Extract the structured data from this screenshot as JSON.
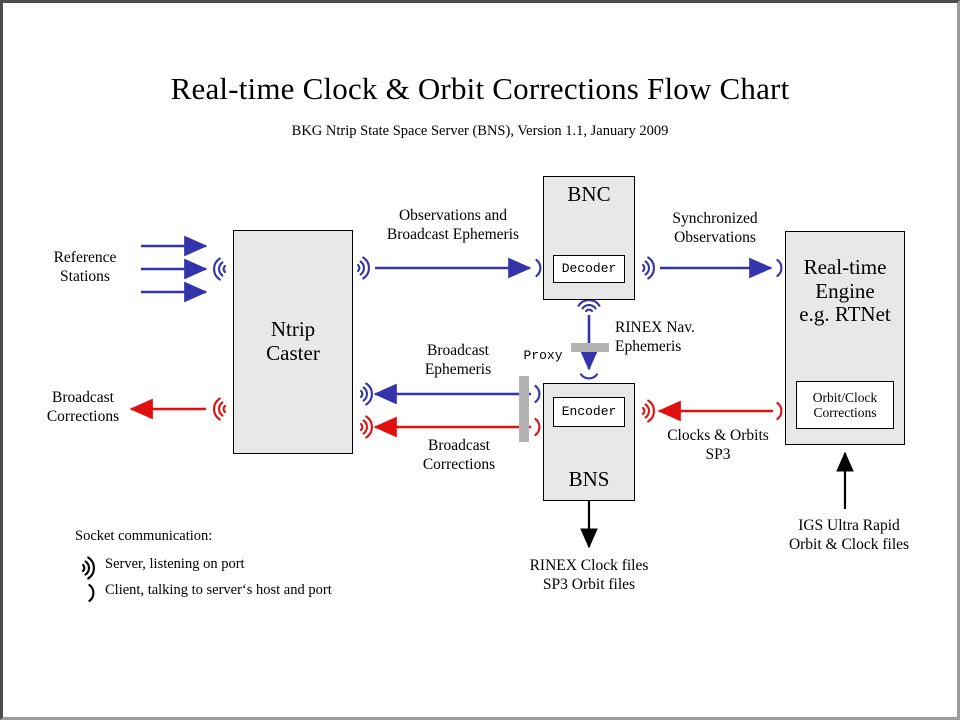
{
  "colors": {
    "blue": "#3333aa",
    "red": "#e01010",
    "box_fill": "#e8e8e8",
    "proxy_gray": "#b3b3b3",
    "black": "#000000"
  },
  "header": {
    "title": "Real-time Clock & Orbit Corrections Flow Chart",
    "subtitle": "BKG Ntrip State Space Server  (BNS), Version 1.1, January 2009"
  },
  "nodes": {
    "caster": {
      "title": "Ntrip\nCaster",
      "line1": "Ntrip",
      "line2": "Caster"
    },
    "bnc": {
      "title": "BNC",
      "inner": "Decoder"
    },
    "bns": {
      "title": "BNS",
      "inner": "Encoder"
    },
    "engine": {
      "line1": "Real-time",
      "line2": "Engine",
      "line3": "e.g. RTNet",
      "inner_line1": "Orbit/Clock",
      "inner_line2": "Corrections"
    }
  },
  "labels": {
    "reference_stations": {
      "line1": "Reference",
      "line2": "Stations"
    },
    "broadcast_corrections_left": {
      "line1": "Broadcast",
      "line2": "Corrections"
    },
    "observations_and_broadcast_ephemeris": {
      "line1": "Observations and",
      "line2": "Broadcast Ephemeris"
    },
    "broadcast_ephemeris": {
      "line1": "Broadcast",
      "line2": "Ephemeris"
    },
    "broadcast_corrections_mid": {
      "line1": "Broadcast",
      "line2": "Corrections"
    },
    "synchronized_observations": {
      "line1": "Synchronized",
      "line2": "Observations"
    },
    "rinex_nav_ephemeris": {
      "line1": "RINEX Nav.",
      "line2": "Ephemeris"
    },
    "clocks_orbits_sp3": {
      "line1": "Clocks & Orbits",
      "line2": "SP3"
    },
    "rinex_outputs": {
      "line1": "RINEX Clock files",
      "line2": "SP3 Orbit files"
    },
    "igs_ultra_rapid": {
      "line1": "IGS Ultra Rapid",
      "line2": "Orbit & Clock files"
    },
    "proxy": "Proxy"
  },
  "legend": {
    "title": "Socket communication:",
    "items": [
      {
        "symbol": "server-signal-icon",
        "text": "Server, listening  on port"
      },
      {
        "symbol": "client-paren-icon",
        "text": "Client, talking to server‘s host and port"
      }
    ]
  },
  "flows": [
    {
      "name": "reference-stations-to-caster-1",
      "color": "#3333aa",
      "direction": "right"
    },
    {
      "name": "reference-stations-to-caster-2",
      "color": "#3333aa",
      "direction": "right"
    },
    {
      "name": "reference-stations-to-caster-3",
      "color": "#3333aa",
      "direction": "right"
    },
    {
      "name": "caster-to-broadcast-corrections",
      "color": "#e01010",
      "direction": "left"
    },
    {
      "name": "caster-to-bnc-observations",
      "color": "#3333aa",
      "direction": "right"
    },
    {
      "name": "bnc-to-engine-sync-observations",
      "color": "#3333aa",
      "direction": "right"
    },
    {
      "name": "bnc-to-bns-rinex-nav",
      "color": "#3333aa",
      "direction": "down"
    },
    {
      "name": "bns-to-caster-broadcast-ephemeris",
      "color": "#3333aa",
      "direction": "left"
    },
    {
      "name": "bns-to-caster-broadcast-corrections",
      "color": "#e01010",
      "direction": "left"
    },
    {
      "name": "engine-to-bns-clocks-orbits",
      "color": "#e01010",
      "direction": "left"
    },
    {
      "name": "bns-to-rinex-files",
      "color": "#000000",
      "direction": "down"
    },
    {
      "name": "igs-to-engine",
      "color": "#000000",
      "direction": "up"
    }
  ]
}
